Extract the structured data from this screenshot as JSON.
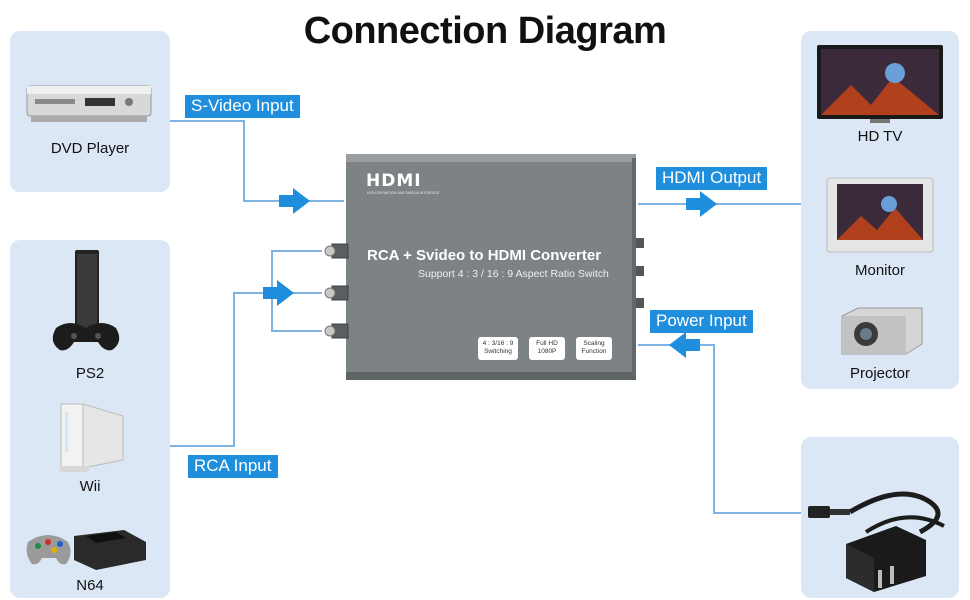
{
  "title": "Connection Diagram",
  "inputs": {
    "dvd_label": "DVD Player",
    "ps2_label": "PS2",
    "wii_label": "Wii",
    "n64_label": "N64"
  },
  "outputs": {
    "hdtv_label": "HD TV",
    "monitor_label": "Monitor",
    "projector_label": "Projector"
  },
  "tags": {
    "svideo": "S-Video Input",
    "rca": "RCA Input",
    "hdmi_out": "HDMI Output",
    "power": "Power Input"
  },
  "converter": {
    "logo": "HDMI",
    "logo_subtext": "HIGH-DEFINITION MULTIMEDIA INTERFACE",
    "title": "RCA + Svideo to HDMI Converter",
    "subtitle": "Support 4 : 3 / 16 : 9 Aspect Ratio Switch",
    "buttons": [
      {
        "line1": "4 : 3/16 : 9",
        "line2": "Switching"
      },
      {
        "line1": "Full HD",
        "line2": "1080P"
      },
      {
        "line1": "Scaling",
        "line2": "Function"
      }
    ]
  },
  "colors": {
    "panel": "#dce7f5",
    "accent": "#1f8fdd",
    "wire": "#7fb3e3",
    "converter_body": "#7d8285"
  }
}
